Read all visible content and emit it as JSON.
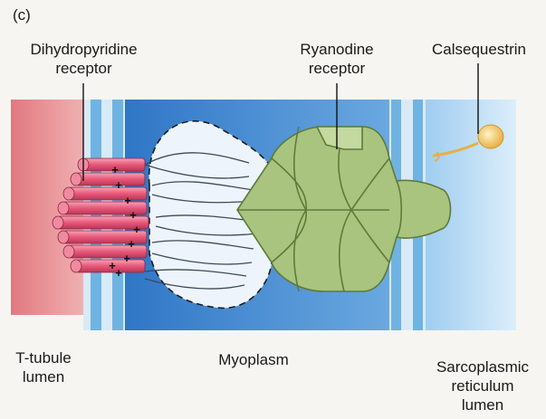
{
  "panel_label": "(c)",
  "labels": {
    "dhp_line1": "Dihydropyridine",
    "dhp_line2": "receptor",
    "ryr_line1": "Ryanodine",
    "ryr_line2": "receptor",
    "calsequestrin": "Calsequestrin",
    "ttubule_line1": "T-tubule",
    "ttubule_line2": "lumen",
    "myoplasm": "Myoplasm",
    "sr_line1": "Sarcoplasmic",
    "sr_line2": "reticulum",
    "sr_line3": "lumen"
  },
  "dhp_charge_symbol": "+",
  "dhp_charge_count": 9,
  "colors": {
    "ttubule_lumen": "#e7888e",
    "membrane_blue": "#6fb3e3",
    "myoplasm": "#3f86cf",
    "sr_lumen": "#bcdcf3",
    "dhp_cylinder": "#e85a7a",
    "ryr_green": "#a8c47e",
    "calsequestrin": "#f2c25e"
  },
  "icons": [
    "dhp-channel-icon",
    "ryanodine-receptor-icon",
    "calsequestrin-icon"
  ]
}
